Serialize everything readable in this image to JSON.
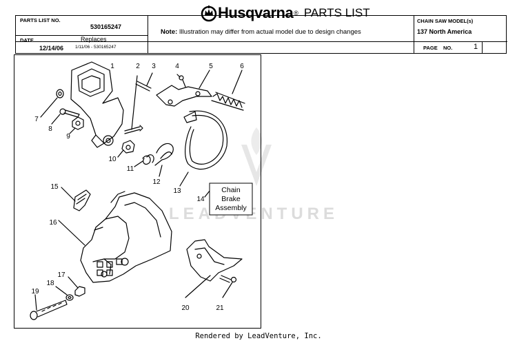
{
  "header": {
    "parts_list_no_label": "PARTS LIST NO.",
    "parts_list_no": "530165247",
    "date_label": "DATE",
    "date": "12/14/06",
    "replaces_label": "Replaces",
    "replaces_value": "1/11/06 - 530165247",
    "brand": "Husqvarna",
    "brand_reg": "®",
    "title": "PARTS LIST",
    "note_label": "Note:",
    "note_text": "Illustration may differ from actual model due to design changes",
    "model_label": "CHAIN SAW MODEL(s)",
    "model": "137 North America",
    "page_label": "PAGE",
    "no_label": "NO.",
    "page_no": "1"
  },
  "diagram": {
    "callouts": [
      "1",
      "2",
      "3",
      "4",
      "5",
      "6",
      "7",
      "8",
      "9",
      "10",
      "11",
      "12",
      "13",
      "14",
      "15",
      "16",
      "17",
      "18",
      "19",
      "20",
      "21"
    ],
    "assembly_label": [
      "Chain",
      "Brake",
      "Assembly"
    ]
  },
  "watermark": "LEADVENTURE",
  "footer": "Rendered by LeadVenture, Inc."
}
